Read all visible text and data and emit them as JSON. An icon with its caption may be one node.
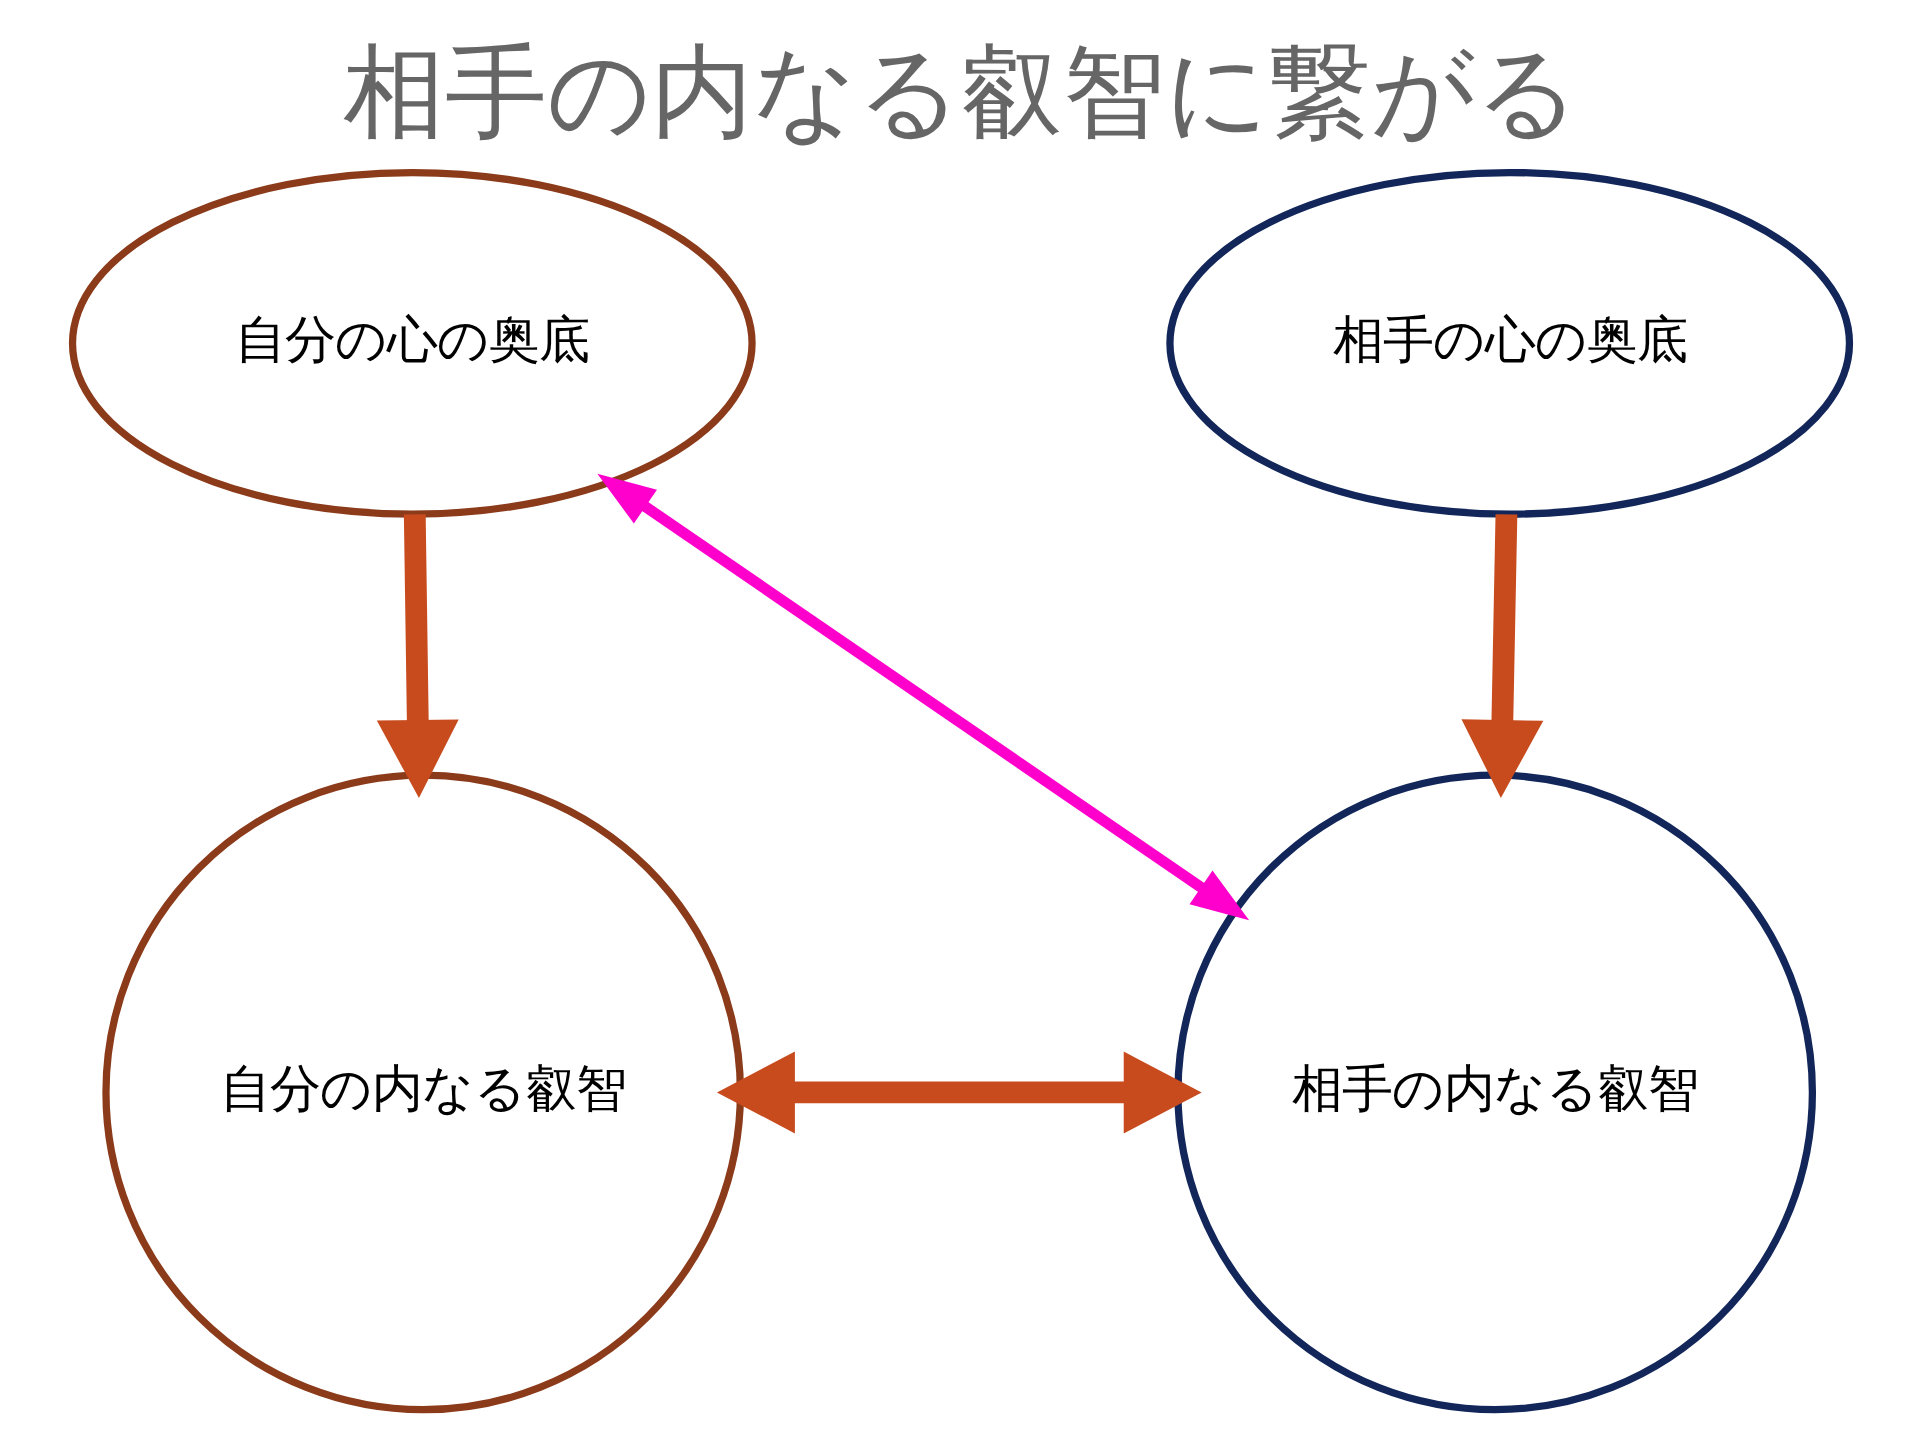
{
  "diagram": {
    "title": "相手の内なる叡智に繋がる",
    "nodes": [
      {
        "text": [
          "自分の心の奥底"
        ]
      },
      {
        "text": [
          "相手の心の奥底"
        ]
      },
      {
        "text": [
          "自分の内なる叡智"
        ]
      },
      {
        "text": [
          "相手の内なる叡智"
        ]
      }
    ],
    "edges": [
      {
        "from": 0,
        "to": 2,
        "arrow": "to"
      },
      {
        "from": 1,
        "to": 3,
        "arrow": "to"
      },
      {
        "from": 2,
        "to": 3,
        "arrow": "both"
      },
      {
        "from": 0,
        "to": 3,
        "arrow": "both",
        "color": "#ff00cc"
      }
    ]
  }
}
